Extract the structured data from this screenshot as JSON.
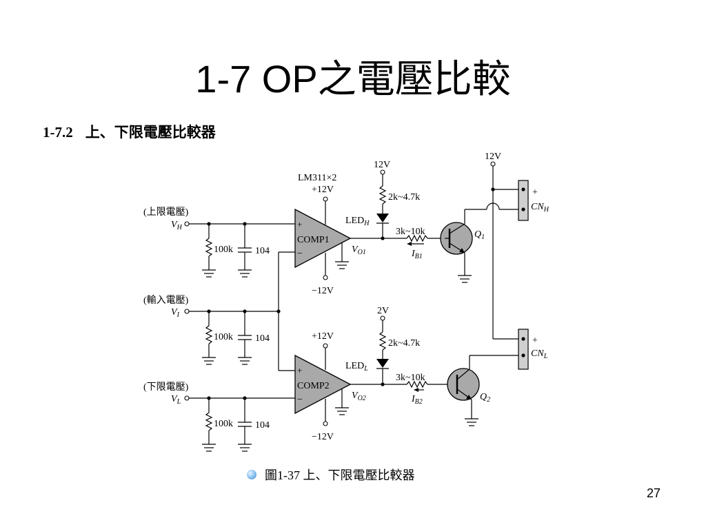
{
  "title": "1-7 OP之電壓比較",
  "section": {
    "number": "1-7.2",
    "title": "上、下限電壓比較器"
  },
  "caption": "圖1-37 上、下限電壓比較器",
  "page_number": "27",
  "circuit": {
    "ic_label": "LM311×2",
    "comparators": [
      {
        "label": "COMP1",
        "vplus": "+12V",
        "vminus": "−12V",
        "output": "V",
        "output_sub": "O1",
        "plus_sign": "+",
        "minus_sign": "−"
      },
      {
        "label": "COMP2",
        "vplus": "+12V",
        "vminus": "−12V",
        "output": "V",
        "output_sub": "O2",
        "plus_sign": "+",
        "minus_sign": "−"
      }
    ],
    "inputs": [
      {
        "caption": "(上限電壓)",
        "symbol": "V",
        "sub": "H",
        "resistor": "100k",
        "capacitor": "104"
      },
      {
        "caption": "(輸入電壓)",
        "symbol": "V",
        "sub": "I",
        "resistor": "100k",
        "capacitor": "104"
      },
      {
        "caption": "(下限電壓)",
        "symbol": "V",
        "sub": "L",
        "resistor": "100k",
        "capacitor": "104"
      }
    ],
    "led_branches": [
      {
        "supply": "12V",
        "resistor": "2k~4.7k",
        "led": "LED",
        "led_sub": "H",
        "base_resistor": "3k~10k",
        "current": "I",
        "current_sub": "B1",
        "transistor": "Q",
        "transistor_sub": "1"
      },
      {
        "supply": "2V",
        "resistor": "2k~4.7k",
        "led": "LED",
        "led_sub": "L",
        "base_resistor": "3k~10k",
        "current": "I",
        "current_sub": "B2",
        "transistor": "Q",
        "transistor_sub": "2"
      }
    ],
    "connectors": [
      {
        "plus": "+",
        "label": "CN",
        "sub": "H"
      },
      {
        "plus": "+",
        "label": "CN",
        "sub": "L"
      }
    ],
    "right_supply": "12V"
  },
  "colors": {
    "op_amp_fill": "#a9a9a9",
    "bullet": "#6aaee8"
  }
}
